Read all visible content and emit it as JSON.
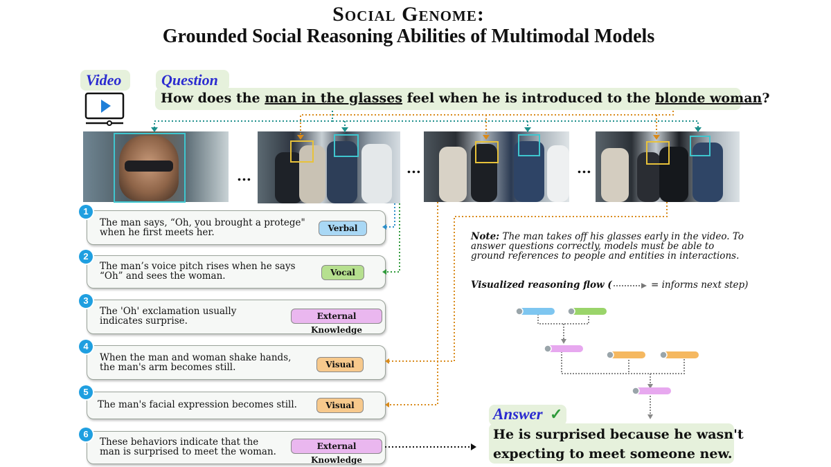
{
  "title": {
    "line1": "Social Genome:",
    "line2": "Grounded Social Reasoning Abilities of Multimodal Models"
  },
  "video": {
    "label": "Video",
    "icon": "play-video-icon"
  },
  "question": {
    "label": "Question",
    "part1": "How does the ",
    "ref1": "man in the glasses",
    "part2": " feel when he is introduced to the ",
    "ref2": "blonde woman",
    "part3": "?"
  },
  "ellipsis": "...",
  "steps": [
    {
      "num": "1",
      "line1": "The man says, “Oh, you brought a protege\"",
      "line2": "when he first meets her.",
      "tag": "Verbal",
      "tag_color": "#a9d8f5"
    },
    {
      "num": "2",
      "line1": "The man’s voice pitch rises when he says",
      "line2": "“Oh” and sees the woman.",
      "tag": "Vocal",
      "tag_color": "#b6e08f"
    },
    {
      "num": "3",
      "line1": "The 'Oh' exclamation usually",
      "line2": "indicates surprise.",
      "tag": "External Knowledge",
      "tag_color": "#eab7ef"
    },
    {
      "num": "4",
      "line1": "When the man and woman shake hands,",
      "line2": "the man's arm becomes still.",
      "tag": "Visual",
      "tag_color": "#f7c98c"
    },
    {
      "num": "5",
      "line1": "The man's facial expression becomes still.",
      "line2": "",
      "tag": "Visual",
      "tag_color": "#f7c98c"
    },
    {
      "num": "6",
      "line1": "These behaviors indicate that the",
      "line2": "man is surprised to meet the woman.",
      "tag": "External Knowledge",
      "tag_color": "#eab7ef"
    }
  ],
  "note": {
    "prefix": "Note:",
    "text": " The man takes off his glasses early in the video. To answer questions correctly, models must be able to ground references to people and entities in interactions."
  },
  "flow_legend": {
    "label": "Visualized reasoning flow (",
    "eq": " = ",
    "meaning": "informs next step)"
  },
  "answer": {
    "label": "Answer",
    "check": "✓",
    "line1": "He is surprised because he wasn't",
    "line2": "expecting to meet someone new."
  },
  "colors": {
    "cyan": "#3fc6cf",
    "yellow": "#e8c23a",
    "green_dot": "#2f9a3a",
    "orange_dot": "#d98a1a",
    "blue_dot": "#2b8fc9",
    "label_blue": "#2b2bd0",
    "pill_bg": "#e6f1dc"
  }
}
